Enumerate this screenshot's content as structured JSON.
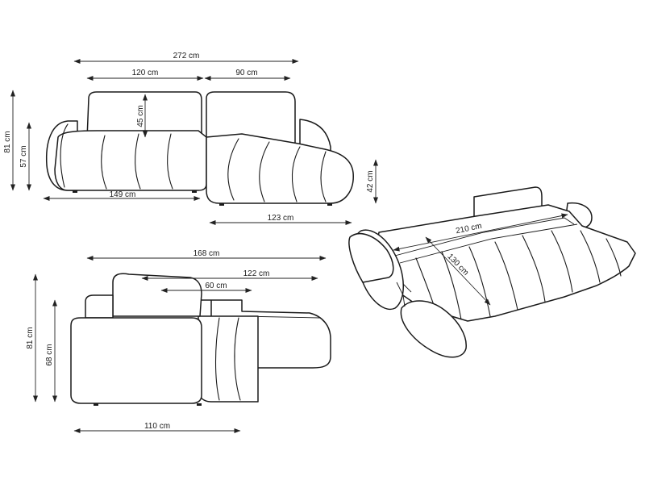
{
  "views": {
    "front": {
      "dimensions": {
        "total_width": "272 cm",
        "left_seat_width": "120 cm",
        "right_seat_width": "90 cm",
        "backrest_height": "45 cm",
        "total_height": "81 cm",
        "seat_height": "57 cm",
        "left_depth_width": "149 cm",
        "chaise_width": "123 cm",
        "chaise_height": "42 cm"
      }
    },
    "side": {
      "dimensions": {
        "total_length": "168 cm",
        "chaise_length": "122 cm",
        "seat_depth": "60 cm",
        "total_height": "81 cm",
        "back_height": "68 cm",
        "depth": "110 cm"
      }
    },
    "bed": {
      "dimensions": {
        "bed_length": "210 cm",
        "bed_width": "130 cm"
      }
    }
  },
  "colors": {
    "line": "#1a1a1a",
    "background": "#ffffff"
  }
}
